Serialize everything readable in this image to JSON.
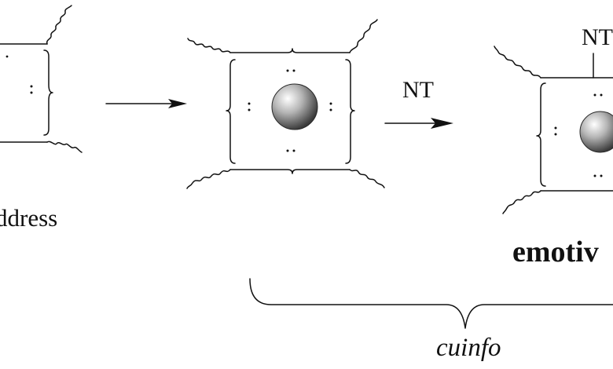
{
  "labels": {
    "left_partial": "ddress",
    "arrow_label_1": "NT",
    "arrow_label_2_partial": "NT",
    "bold_partial": "emotiv",
    "brace_label": "cuinfo"
  },
  "colors": {
    "ink": "#111111",
    "background": "#ffffff",
    "sphere_light": "#ffffff",
    "sphere_dark": "#3a3a3a"
  },
  "icons": [
    "grey-sphere-icon",
    "arrow-right-icon",
    "curly-brace-icon",
    "wavy-chain-icon"
  ]
}
